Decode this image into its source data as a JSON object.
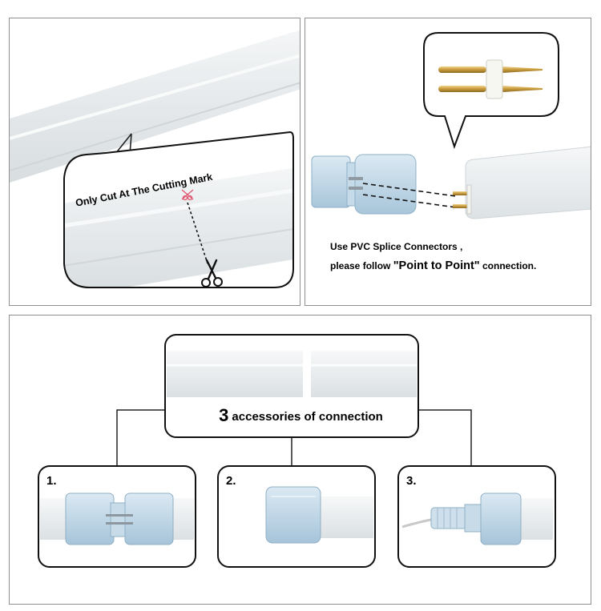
{
  "cut_panel": {
    "label": "Only Cut At The Cutting Mark"
  },
  "splice_panel": {
    "line1": "Use PVC Splice Connectors ,",
    "line2_prefix": "please follow ",
    "line2_emphasis": "\"Point to Point\"",
    "line2_suffix": "  connection."
  },
  "accessories_panel": {
    "count": "3",
    "headline": "accessories of connection",
    "steps": [
      {
        "number": "1."
      },
      {
        "number": "2."
      },
      {
        "number": "3."
      }
    ]
  },
  "colors": {
    "tube": "#ebeef0",
    "connector": "#b9d4e6",
    "pin": "#c79a3c",
    "cut_mark": "#e0566e",
    "border": "#8f8f8f"
  },
  "icons": [
    "scissors-icon",
    "cutting-mark-icon"
  ]
}
